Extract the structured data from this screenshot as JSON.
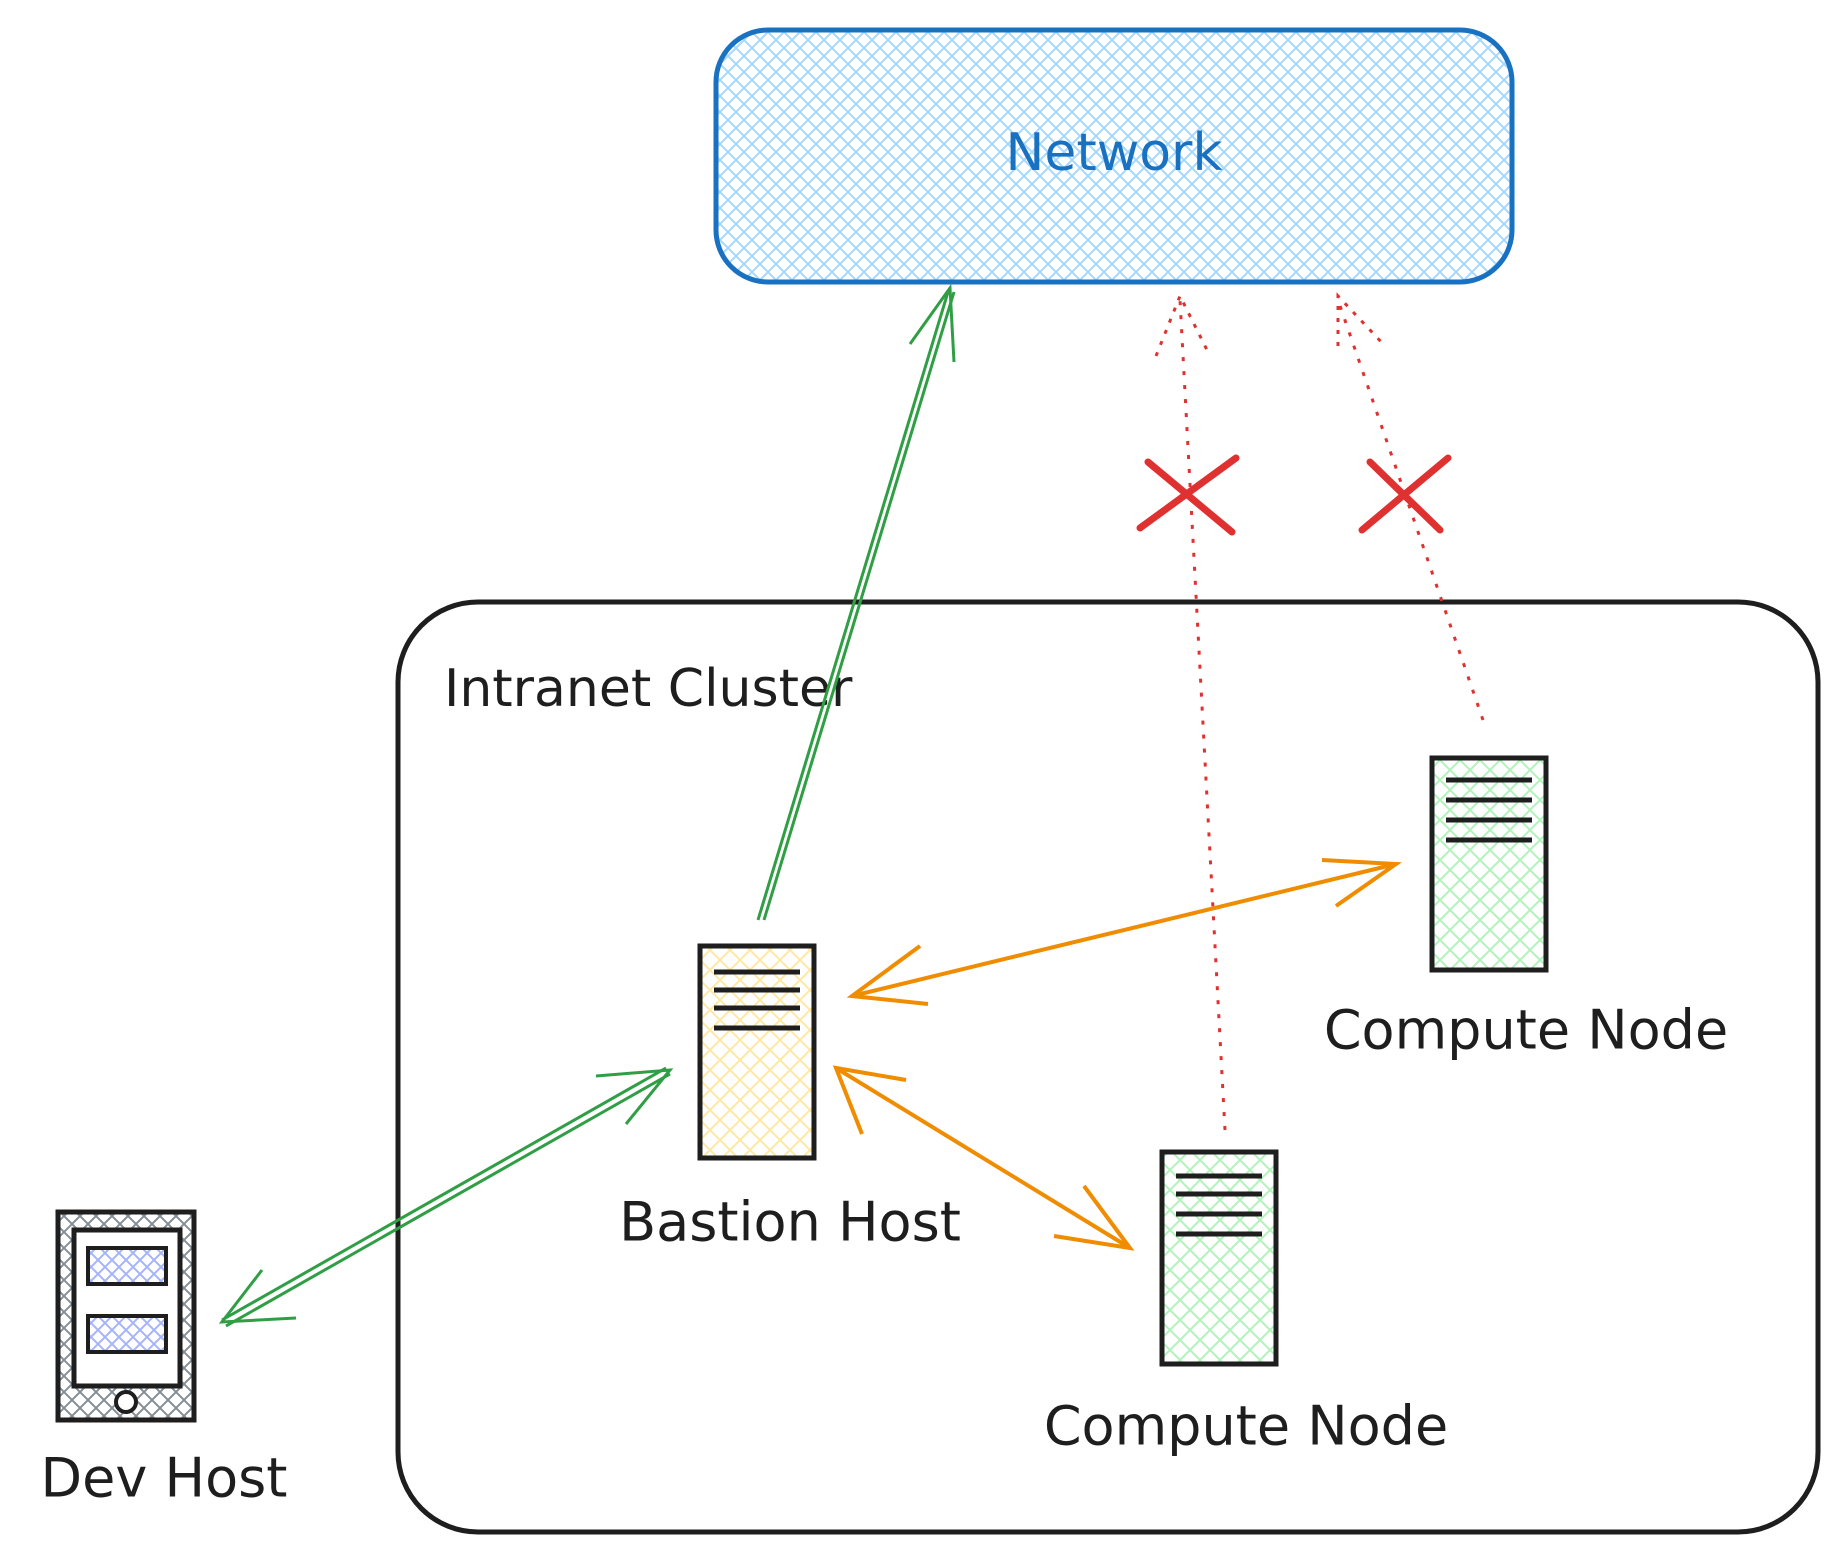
{
  "network": {
    "label": "Network",
    "fill": "#a5d8ff",
    "stroke": "#1971c2"
  },
  "cluster": {
    "label": "Intranet Cluster",
    "stroke": "#1e1e1e"
  },
  "bastion": {
    "label": "Bastion Host",
    "fill": "#ffec99"
  },
  "compute_node_1": {
    "label": "Compute Node",
    "fill": "#b2f2bb"
  },
  "compute_node_2": {
    "label": "Compute Node",
    "fill": "#b2f2bb"
  },
  "dev_host": {
    "label": "Dev Host",
    "fill": "#868e96",
    "screen_fill": "#a5b4fc"
  },
  "colors": {
    "allowed": "#2f9e44",
    "internal": "#f08c00",
    "blocked": "#e03131"
  }
}
